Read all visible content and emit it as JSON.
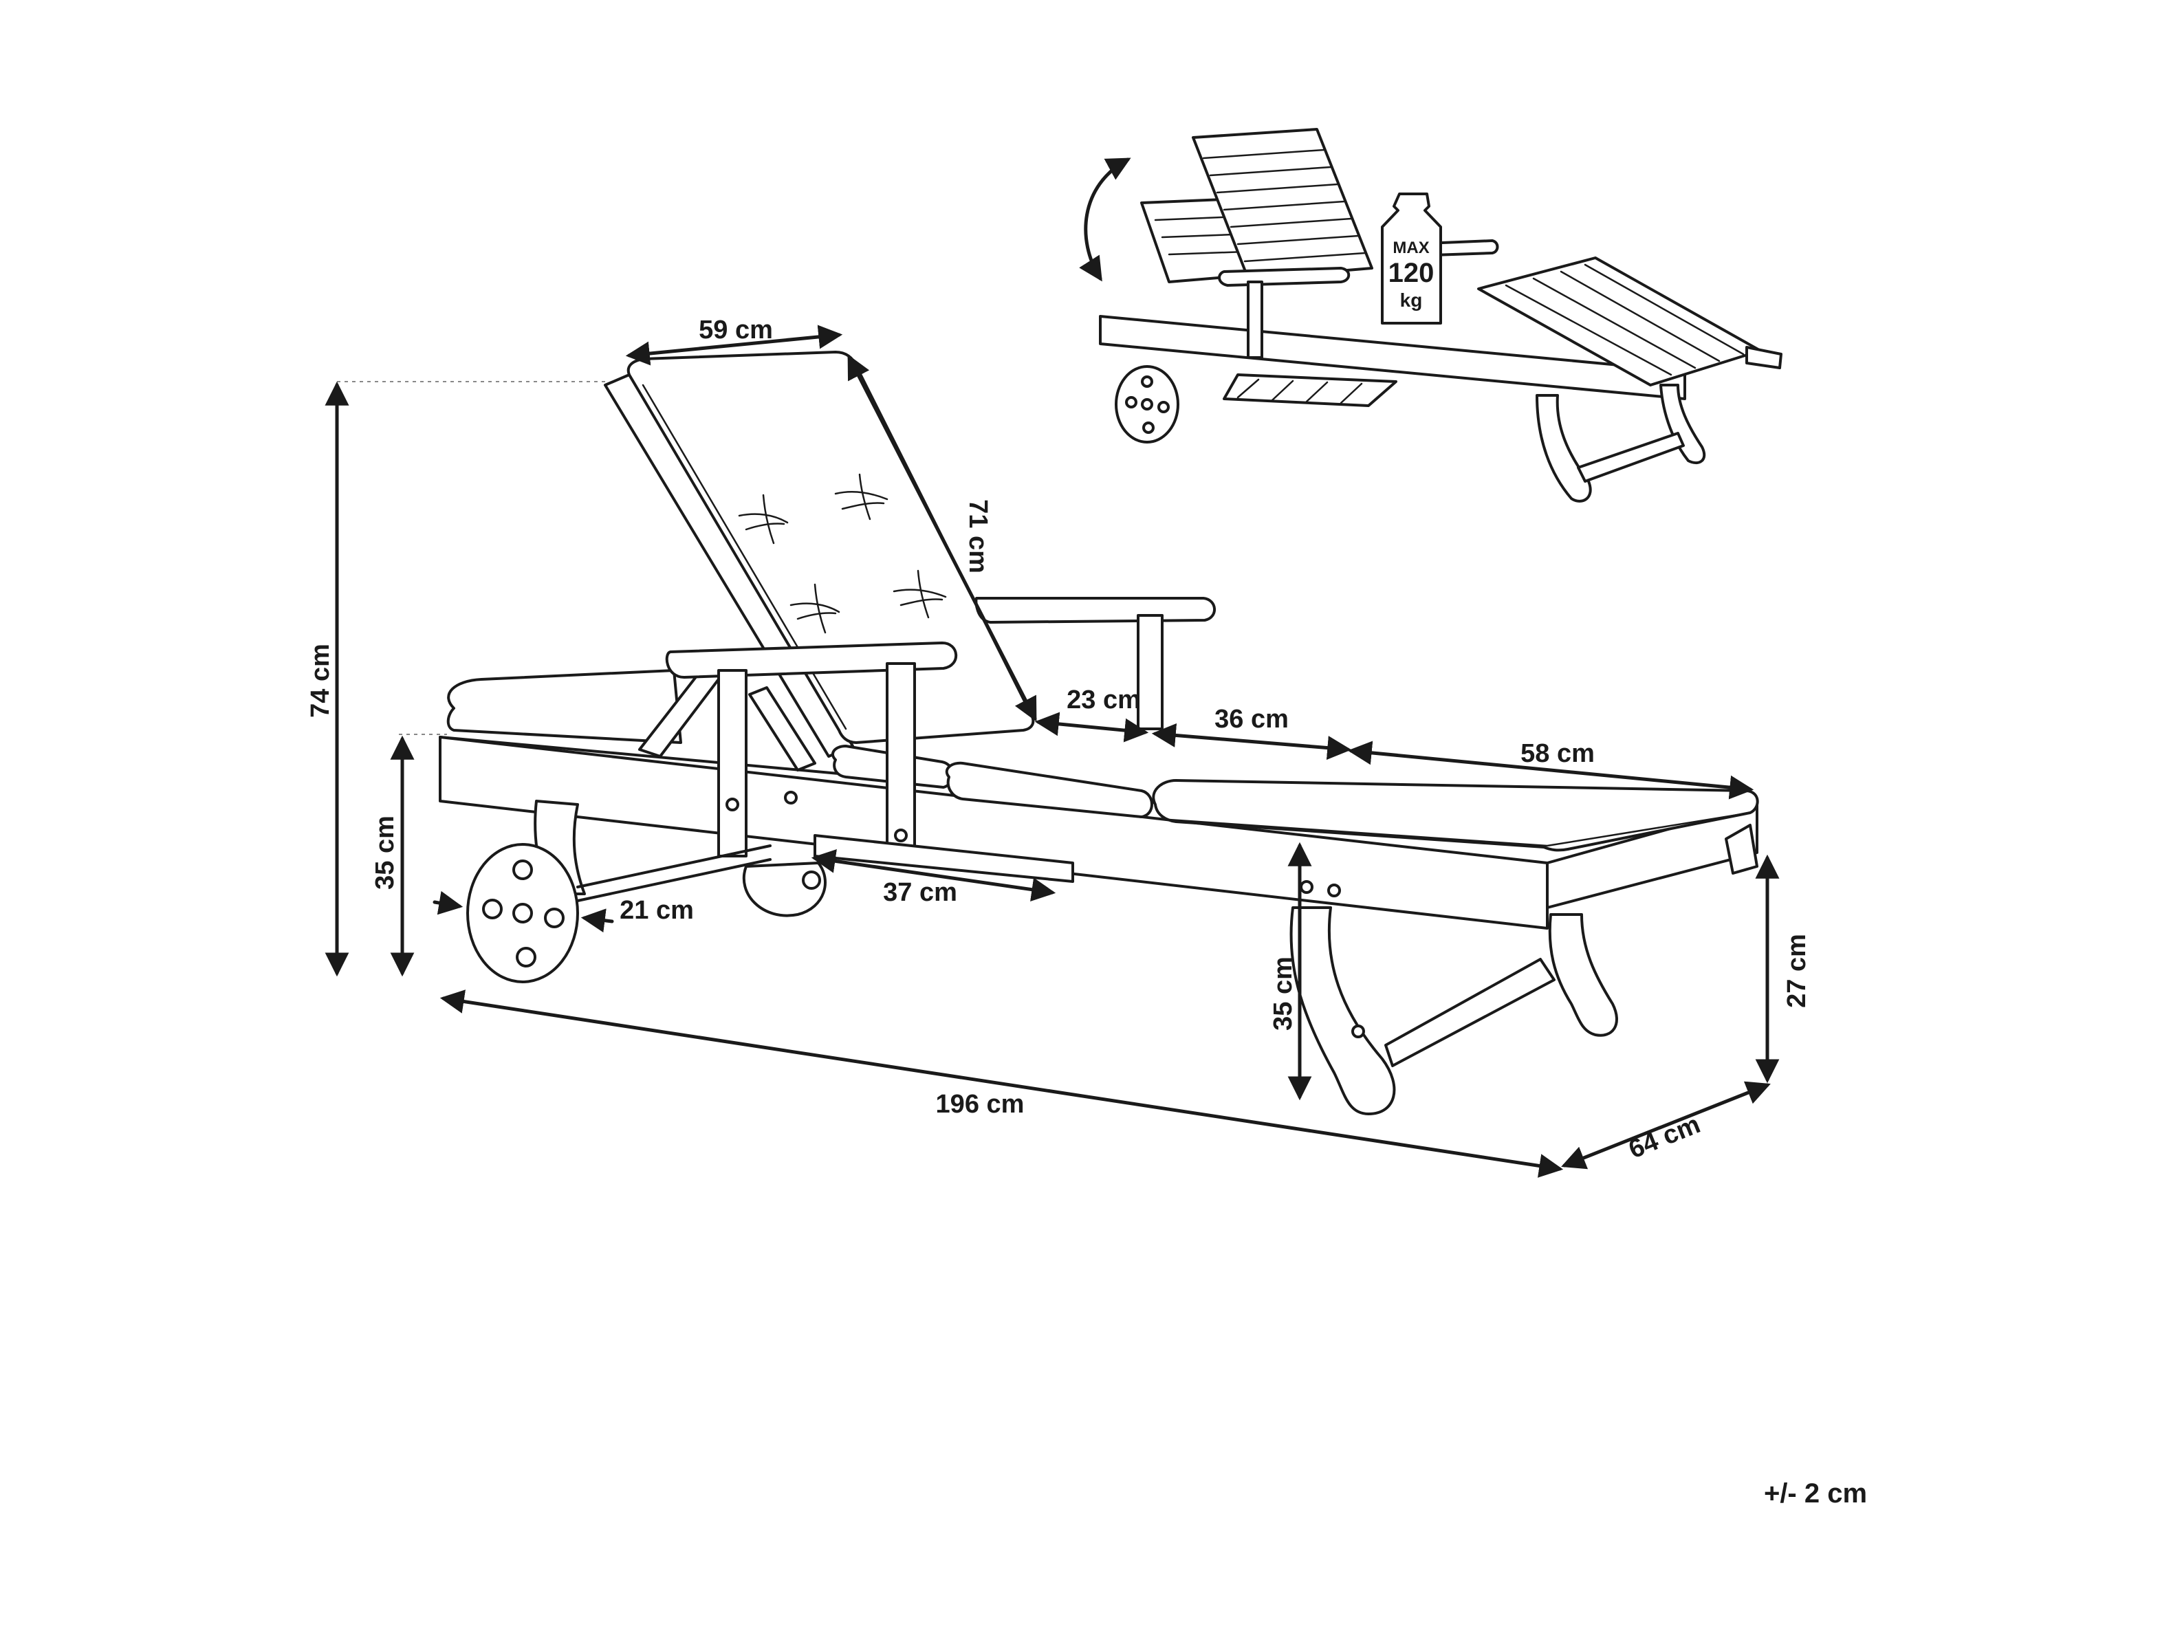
{
  "dimensions": {
    "back_width": "59 cm",
    "back_length": "71 cm",
    "total_height": "74 cm",
    "seat_height": "35 cm",
    "wheel_diameter": "21 cm",
    "armrest_gap": "23 cm",
    "mid_section": "36 cm",
    "leg_section": "58 cm",
    "tray_length": "37 cm",
    "total_length": "196 cm",
    "total_width": "64 cm",
    "front_leg_height": "35 cm",
    "foot_height": "27 cm"
  },
  "load_badge": {
    "line1": "MAX",
    "line2": "120",
    "line3": "kg"
  },
  "tolerance": "+/- 2 cm"
}
